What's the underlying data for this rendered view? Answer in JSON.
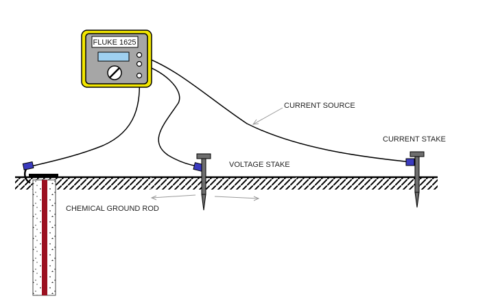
{
  "meter": {
    "model": "FLUKE 1625"
  },
  "labels": {
    "current_source": "CURRENT SOURCE",
    "current_stake": "CURRENT STAKE",
    "voltage_stake": "VOLTAGE STAKE",
    "ground_rod": "CHEMICAL GROUND ROD"
  },
  "colors": {
    "meter_frame": "#f2e600",
    "meter_body": "#a6a6a6",
    "display": "#9fd0f0",
    "clip": "#3b3bbf",
    "rod": "#9b1020",
    "stake": "#6e6e6e"
  }
}
